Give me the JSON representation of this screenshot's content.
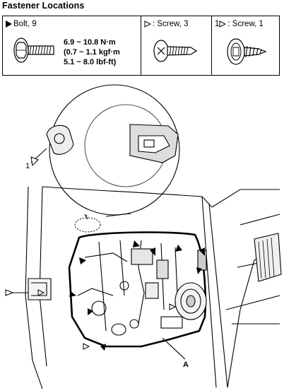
{
  "header": {
    "title": "Fastener Locations"
  },
  "table": {
    "bolt": {
      "label": "Bolt, 9",
      "torque": [
        "6.9 ~ 10.8 N·m",
        "(0.7 ~ 1.1 kgf·m",
        "5.1 ~ 8.0 lbf-ft)"
      ]
    },
    "screw3": {
      "label": ": Screw, 3"
    },
    "screw1": {
      "prefix": "1",
      "label": ": Screw, 1"
    }
  },
  "callouts": {
    "a": "A",
    "one": "1"
  },
  "icons": [
    "bolt-icon",
    "screw-icon",
    "self-tapping-screw-icon",
    "filled-triangle-icon",
    "open-triangle-icon"
  ]
}
